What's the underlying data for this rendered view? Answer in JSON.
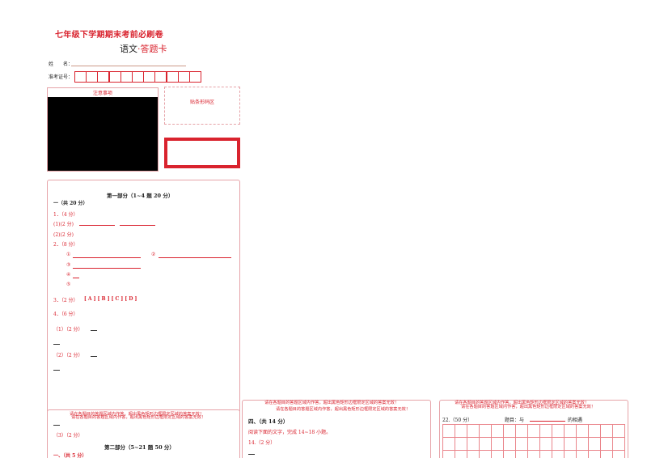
{
  "header": {
    "exam_title": "七年级下学期期末考前必刷卷",
    "subject": "语文",
    "separator": "·",
    "sheet_name": "答题卡"
  },
  "candidate": {
    "name_label": "姓　　名：",
    "id_label": "准考证号：",
    "id_box_count": 11
  },
  "notice": {
    "title": "注意事项"
  },
  "barcode": {
    "label": "贴条形码区"
  },
  "part1": {
    "heading": "第一部分（1~4 题 20 分）",
    "section_one": "一（共 20 分）",
    "q1": "1．（4 分）",
    "q1_1": "(1)(2 分)",
    "q1_2": "(2)(2 分)",
    "q2": "2．（8 分）",
    "q2_marks": [
      "①",
      "②",
      "③",
      "④",
      "⑤"
    ],
    "q3_prefix": "3．（2 分）",
    "q3_options": "[ A ] [ B ] [ C ] [ D ]",
    "q4": "4．（6 分）",
    "q4_1": "（1）（2 分）",
    "q4_2": "（2）（2 分）",
    "q4_3": "（3）（2 分）"
  },
  "part2": {
    "heading": "第二部分（5~21 题 50 分）",
    "section_one": "一、（共 5 分）"
  },
  "warning": {
    "line1": "请在各题目的答题区域内作答，超出黑色矩形边框限定区域的答案无效！",
    "line2": "请在各题目的答题区域内作答，超出黑色矩形边框限定区域的答案无效！"
  },
  "section4": {
    "heading": "四、（共 14 分）",
    "instruction": "阅读下面的文字，完成 14~18 小题。",
    "q14": "14.（2 分）"
  },
  "essay": {
    "q22": "22.（50 分）",
    "topic_label": "题目：与",
    "topic_suffix": "的相遇"
  }
}
